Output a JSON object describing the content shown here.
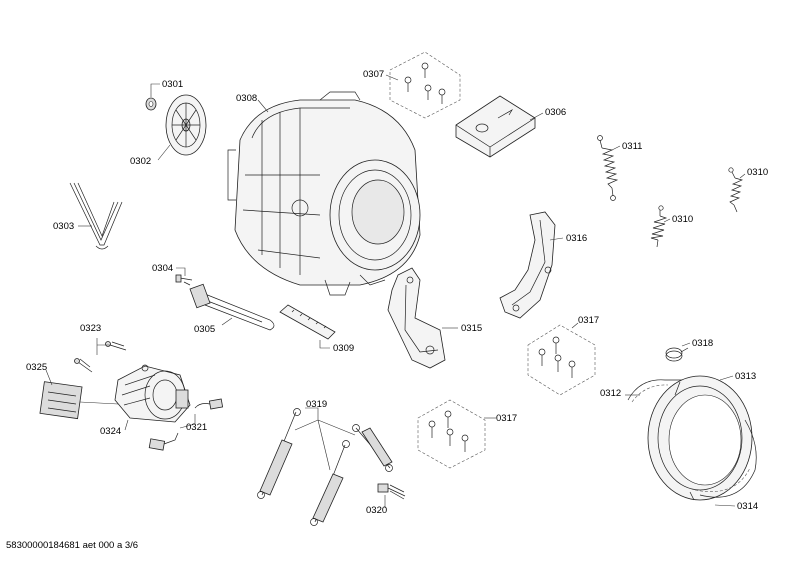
{
  "labels": {
    "p0301": "0301",
    "p0302": "0302",
    "p0303": "0303",
    "p0304": "0304",
    "p0305": "0305",
    "p0306": "0306",
    "p0307": "0307",
    "p0308": "0308",
    "p0309": "0309",
    "p0310a": "0310",
    "p0310b": "0310",
    "p0311": "0311",
    "p0312": "0312",
    "p0313": "0313",
    "p0314": "0314",
    "p0315": "0315",
    "p0316": "0316",
    "p0317a": "0317",
    "p0317b": "0317",
    "p0318": "0318",
    "p0319": "0319",
    "p0320": "0320",
    "p0321": "0321",
    "p0323": "0323",
    "p0324": "0324",
    "p0325": "0325"
  },
  "footer": "58300000184681 aet 000 a 3/6"
}
